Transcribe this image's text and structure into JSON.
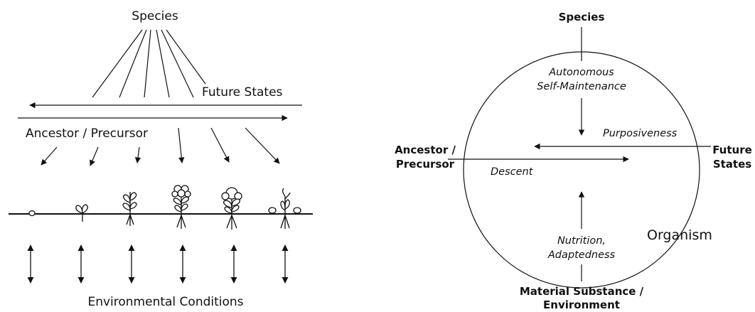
{
  "left_panel": {
    "top_label": "Species",
    "future_label": "Future States",
    "ancestor_label": "Ancestor / Precursor",
    "bottom_label": "Environmental Conditions",
    "plant_stages": [
      "seed",
      "sprout",
      "seedling",
      "flowering",
      "fruiting",
      "seeding"
    ]
  },
  "right_panel": {
    "top_label": "Species",
    "top_inner_1": "Autonomous",
    "top_inner_2": "Self-Maintenance",
    "left_label_1": "Ancestor /",
    "left_label_2": "Precursor",
    "right_label_1": "Future",
    "right_label_2": "States",
    "purposiveness": "Purposiveness",
    "descent": "Descent",
    "bottom_inner_1": "Nutrition,",
    "bottom_inner_2": "Adaptedness",
    "organism": "Organism",
    "bottom_label_1": "Material Substance /",
    "bottom_label_2": "Environment"
  }
}
